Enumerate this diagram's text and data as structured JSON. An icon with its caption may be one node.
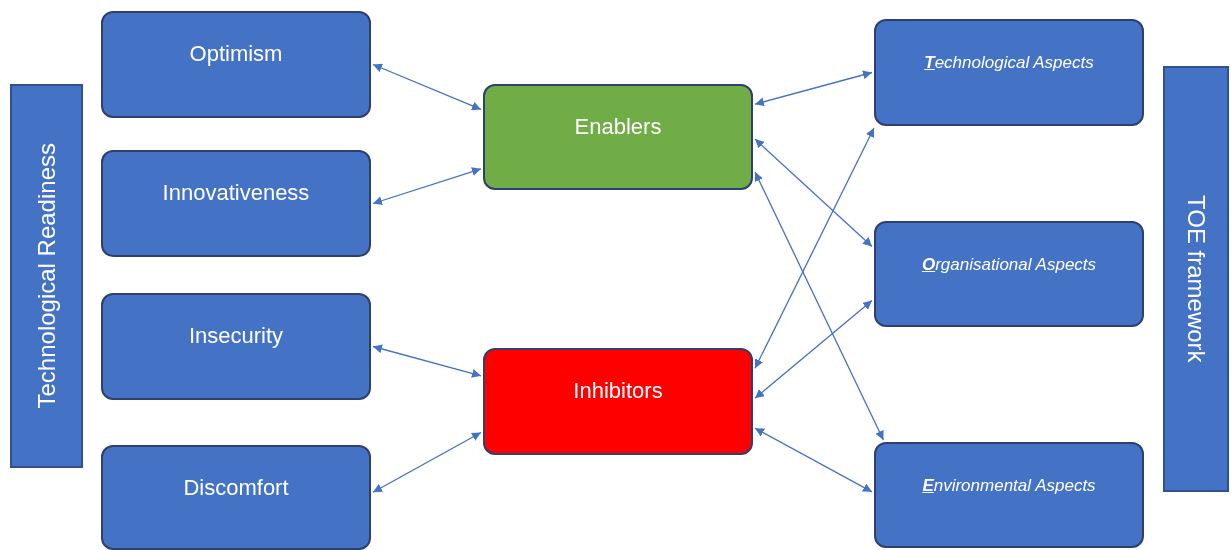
{
  "diagram": {
    "nodes": [
      {
        "text": [
          "Technological Readiness"
        ]
      },
      {
        "text": [
          "Optimism"
        ]
      },
      {
        "text": [
          "Innovativeness"
        ]
      },
      {
        "text": [
          "Insecurity"
        ]
      },
      {
        "text": [
          "Discomfort"
        ]
      },
      {
        "text": [
          "Enablers"
        ]
      },
      {
        "text": [
          "Inhibitors"
        ]
      },
      {
        "text": [
          "**T**echnological Aspects"
        ]
      },
      {
        "text": [
          "**O**rganisational Aspects"
        ]
      },
      {
        "text": [
          "**E**nvironmental Aspects"
        ]
      },
      {
        "text": [
          "TOE framework"
        ]
      }
    ],
    "edges": [
      {
        "from": 1,
        "to": 5,
        "arrow": "both"
      },
      {
        "from": 2,
        "to": 5,
        "arrow": "both"
      },
      {
        "from": 3,
        "to": 6,
        "arrow": "both"
      },
      {
        "from": 4,
        "to": 6,
        "arrow": "both"
      },
      {
        "from": 5,
        "to": 7,
        "arrow": "both"
      },
      {
        "from": 5,
        "to": 8,
        "arrow": "both"
      },
      {
        "from": 5,
        "to": 9,
        "arrow": "both"
      },
      {
        "from": 6,
        "to": 7,
        "arrow": "both"
      },
      {
        "from": 6,
        "to": 8,
        "arrow": "both"
      },
      {
        "from": 6,
        "to": 9,
        "arrow": "both"
      }
    ]
  }
}
